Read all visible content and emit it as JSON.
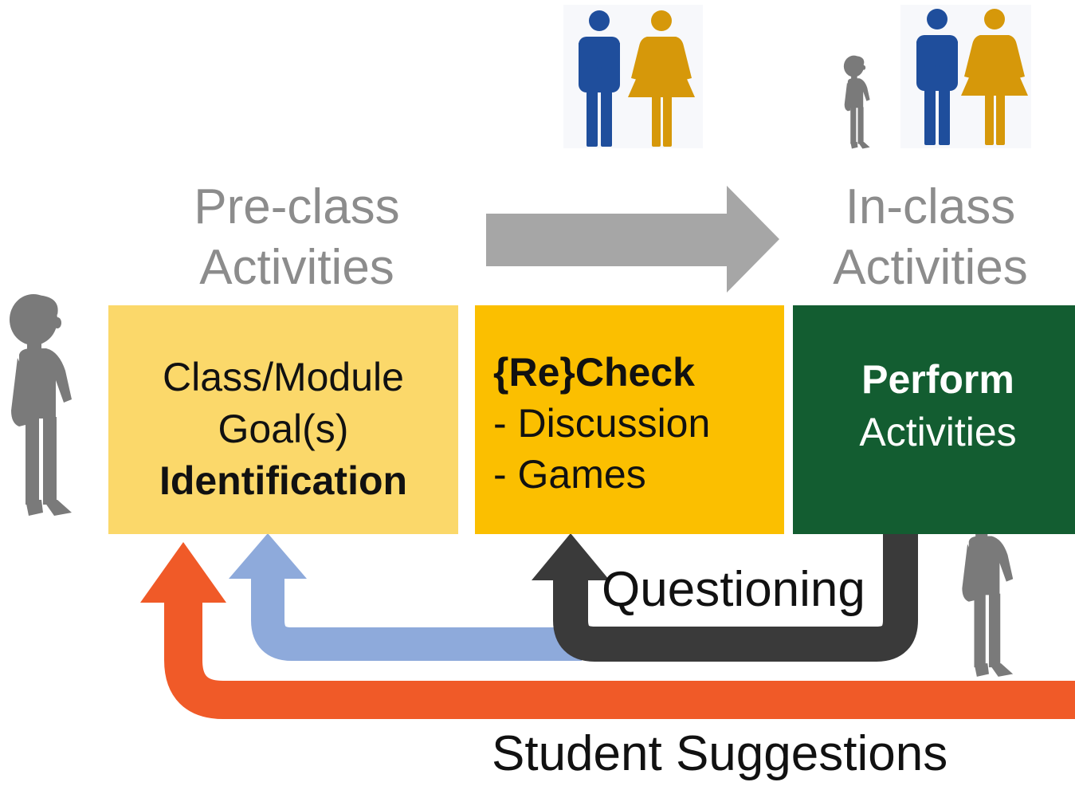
{
  "colors": {
    "title_gray": "#8c8c8c",
    "goals_box": "#fbd86a",
    "recheck_box": "#fbbf00",
    "perform_box": "#135d31",
    "main_arrow": "#a6a6a6",
    "blue_arrow": "#8eaadb",
    "dark_arrow": "#3a3a3a",
    "orange_arrow": "#f05a28",
    "male_figure": "#1f4e9c",
    "female_figure": "#d6980a",
    "student_figure": "#7a7a7a"
  },
  "phases": {
    "preclass": {
      "line1": "Pre-class",
      "line2": "Activities"
    },
    "inclass": {
      "line1": "In-class",
      "line2": "Activities"
    }
  },
  "boxes": {
    "goals": {
      "line1": "Class/Module",
      "line2": "Goal(s)",
      "line3": "Identification"
    },
    "recheck": {
      "heading": "{Re}Check",
      "item1": "- Discussion",
      "item2": "- Games"
    },
    "perform": {
      "heading": "Perform",
      "line2": "Activities"
    }
  },
  "flows": {
    "questioning": "Questioning",
    "student_suggestions": "Student Suggestions"
  },
  "icons": {
    "teacher_pair_top": [
      "male-icon",
      "female-icon"
    ],
    "teacher_pair_right": [
      "student-icon",
      "male-icon",
      "female-icon"
    ],
    "student_left": "student-icon",
    "student_right": "student-icon",
    "progress_arrow": "arrow-right-icon"
  }
}
